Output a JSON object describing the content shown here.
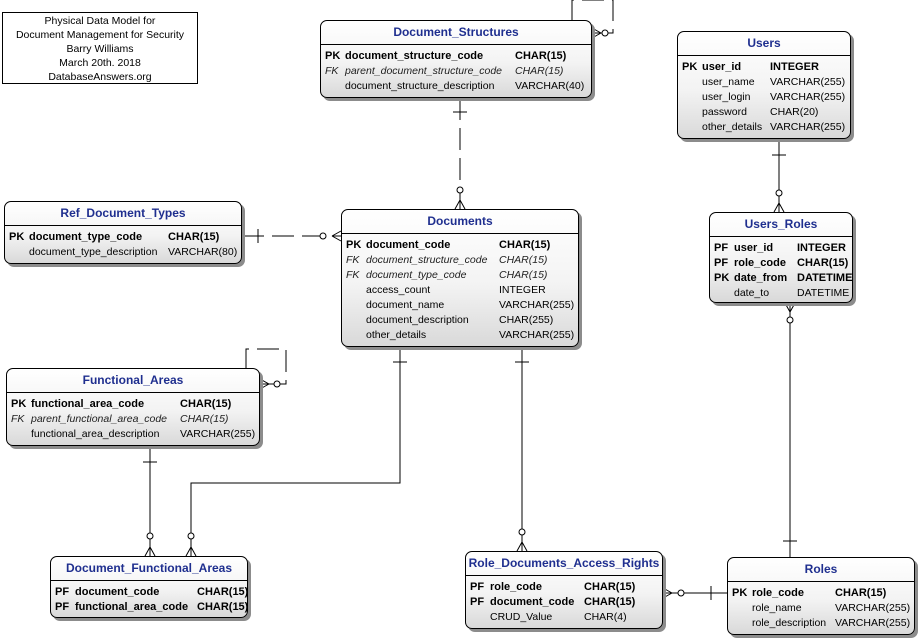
{
  "note": {
    "lines": [
      "Physical  Data Model for",
      "Document Management for Security",
      "Barry Williams",
      "March 20th. 2018",
      "DatabaseAnswers.org"
    ]
  },
  "entities": {
    "document_structures": {
      "name": "Document_Structures",
      "rows": [
        {
          "tag": "PK",
          "name": "document_structure_code",
          "type": "CHAR(15)"
        },
        {
          "tag": "FK",
          "name": "parent_document_structure_code",
          "type": "CHAR(15)"
        },
        {
          "tag": "",
          "name": "document_structure_description",
          "type": "VARCHAR(40)"
        }
      ]
    },
    "users": {
      "name": "Users",
      "rows": [
        {
          "tag": "PK",
          "name": "user_id",
          "type": "INTEGER"
        },
        {
          "tag": "",
          "name": "user_name",
          "type": "VARCHAR(255)"
        },
        {
          "tag": "",
          "name": "user_login",
          "type": "VARCHAR(255)"
        },
        {
          "tag": "",
          "name": "password",
          "type": "CHAR(20)"
        },
        {
          "tag": "",
          "name": "other_details",
          "type": "VARCHAR(255)"
        }
      ]
    },
    "ref_document_types": {
      "name": "Ref_Document_Types",
      "rows": [
        {
          "tag": "PK",
          "name": "document_type_code",
          "type": "CHAR(15)"
        },
        {
          "tag": "",
          "name": "document_type_description",
          "type": "VARCHAR(80)"
        }
      ]
    },
    "documents": {
      "name": "Documents",
      "rows": [
        {
          "tag": "PK",
          "name": "document_code",
          "type": "CHAR(15)"
        },
        {
          "tag": "FK",
          "name": "document_structure_code",
          "type": "CHAR(15)"
        },
        {
          "tag": "FK",
          "name": "document_type_code",
          "type": "CHAR(15)"
        },
        {
          "tag": "",
          "name": "access_count",
          "type": "INTEGER"
        },
        {
          "tag": "",
          "name": "document_name",
          "type": "VARCHAR(255)"
        },
        {
          "tag": "",
          "name": "document_description",
          "type": "CHAR(255)"
        },
        {
          "tag": "",
          "name": "other_details",
          "type": "VARCHAR(255)"
        }
      ]
    },
    "users_roles": {
      "name": "Users_Roles",
      "rows": [
        {
          "tag": "PF",
          "name": "user_id",
          "type": "INTEGER"
        },
        {
          "tag": "PF",
          "name": "role_code",
          "type": "CHAR(15)"
        },
        {
          "tag": "PK",
          "name": "date_from",
          "type": "DATETIME"
        },
        {
          "tag": "",
          "name": "date_to",
          "type": "DATETIME"
        }
      ]
    },
    "functional_areas": {
      "name": "Functional_Areas",
      "rows": [
        {
          "tag": "PK",
          "name": "functional_area_code",
          "type": "CHAR(15)"
        },
        {
          "tag": "FK",
          "name": "parent_functional_area_code",
          "type": "CHAR(15)"
        },
        {
          "tag": "",
          "name": "functional_area_description",
          "type": "VARCHAR(255)"
        }
      ]
    },
    "document_functional_areas": {
      "name": "Document_Functional_Areas",
      "rows": [
        {
          "tag": "PF",
          "name": "document_code",
          "type": "CHAR(15)"
        },
        {
          "tag": "PF",
          "name": "functional_area_code",
          "type": "CHAR(15)"
        }
      ]
    },
    "role_documents_access_rights": {
      "name": "Role_Documents_Access_Rights",
      "rows": [
        {
          "tag": "PF",
          "name": "role_code",
          "type": "CHAR(15)"
        },
        {
          "tag": "PF",
          "name": "document_code",
          "type": "CHAR(15)"
        },
        {
          "tag": "",
          "name": "CRUD_Value",
          "type": "CHAR(4)"
        }
      ]
    },
    "roles": {
      "name": "Roles",
      "rows": [
        {
          "tag": "PK",
          "name": "role_code",
          "type": "CHAR(15)"
        },
        {
          "tag": "",
          "name": "role_name",
          "type": "VARCHAR(255)"
        },
        {
          "tag": "",
          "name": "role_description",
          "type": "VARCHAR(255)"
        }
      ]
    }
  },
  "relationships": [
    {
      "from": "document_structures",
      "to": "document_structures",
      "style": "dashed"
    },
    {
      "from": "document_structures",
      "to": "documents",
      "style": "dashed"
    },
    {
      "from": "ref_document_types",
      "to": "documents",
      "style": "dashed"
    },
    {
      "from": "users",
      "to": "users_roles",
      "style": "solid"
    },
    {
      "from": "roles",
      "to": "users_roles",
      "style": "solid"
    },
    {
      "from": "functional_areas",
      "to": "functional_areas",
      "style": "dashed"
    },
    {
      "from": "functional_areas",
      "to": "document_functional_areas",
      "style": "solid"
    },
    {
      "from": "documents",
      "to": "document_functional_areas",
      "style": "solid"
    },
    {
      "from": "documents",
      "to": "role_documents_access_rights",
      "style": "solid"
    },
    {
      "from": "roles",
      "to": "role_documents_access_rights",
      "style": "solid"
    }
  ]
}
